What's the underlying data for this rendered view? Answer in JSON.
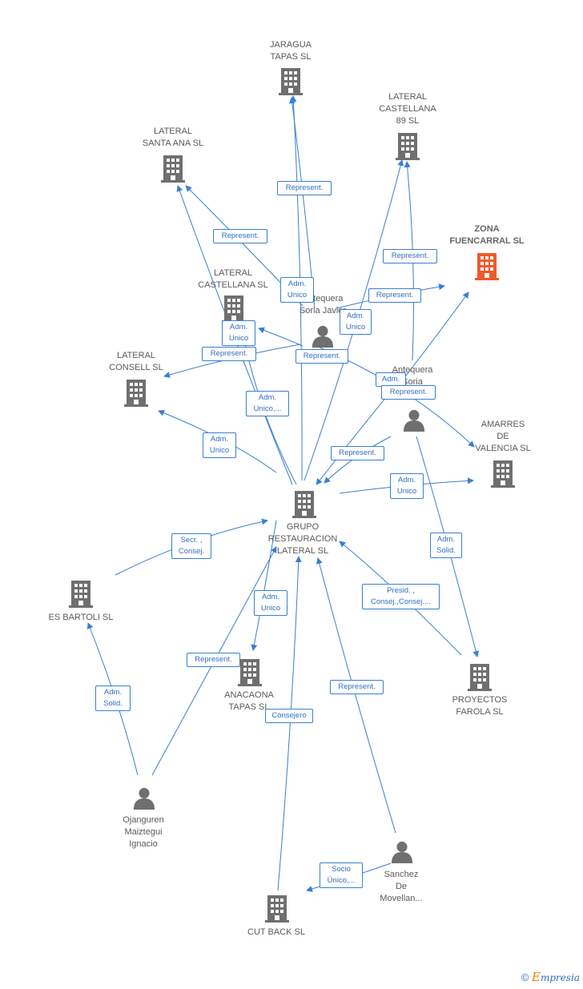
{
  "colors": {
    "edge": "#3a7fd1",
    "node": "#6f6f6f",
    "highlight": "#f05a28"
  },
  "nodes": {
    "jaragua": {
      "label": "JARAGUA\nTAPAS SL",
      "kind": "company",
      "icon": "building-icon"
    },
    "lc89": {
      "label": "LATERAL\nCASTELLANA\n89 SL",
      "kind": "company",
      "icon": "building-icon"
    },
    "lsantaana": {
      "label": "LATERAL\nSANTA ANA SL",
      "kind": "company",
      "icon": "building-icon"
    },
    "zona": {
      "label": "ZONA\nFUENCARRAL SL",
      "kind": "company",
      "icon": "building-icon",
      "highlight": true
    },
    "lcast": {
      "label": "LATERAL\nCASTELLANA SL",
      "kind": "company",
      "icon": "building-icon"
    },
    "javier": {
      "label": "Antequera\nSoria Javier",
      "kind": "person",
      "icon": "person-icon"
    },
    "lconsell": {
      "label": "LATERAL\nCONSELL  SL",
      "kind": "company",
      "icon": "building-icon"
    },
    "antequera2": {
      "label": "Antequera\nSoria\n...",
      "kind": "person",
      "icon": "person-icon"
    },
    "amarres": {
      "label": "AMARRES\nDE\nVALENCIA SL",
      "kind": "company",
      "icon": "building-icon"
    },
    "grupo": {
      "label": "GRUPO\nRESTAURACION\nLATERAL SL",
      "kind": "company",
      "icon": "building-icon"
    },
    "esbartoli": {
      "label": "ES BARTOLI  SL",
      "kind": "company",
      "icon": "building-icon"
    },
    "anacaona": {
      "label": "ANACAONA\nTAPAS SL",
      "kind": "company",
      "icon": "building-icon"
    },
    "proyectos": {
      "label": "PROYECTOS\nFAROLA SL",
      "kind": "company",
      "icon": "building-icon"
    },
    "ojanguren": {
      "label": "Ojanguren\nMaiztegui\nIgnacio",
      "kind": "person",
      "icon": "person-icon"
    },
    "sanchez": {
      "label": "Sanchez\nDe\nMovellan...",
      "kind": "person",
      "icon": "person-icon"
    },
    "cutback": {
      "label": "CUT BACK SL",
      "kind": "company",
      "icon": "building-icon"
    }
  },
  "edge_labels": [
    "Represent.",
    "Represent.",
    "Adm.\nUnico",
    "Represent.",
    "Represent.",
    "Adm.\nUnico",
    "Adm.\nUnico",
    "Represent.",
    "Represent.",
    "Adm.\nUnico,...",
    "Adm.",
    "Represent.",
    "Adm.\nUnico",
    "Represent.",
    "Adm.\nUnico",
    "Adm.\nSolid.",
    "Secr. ,\nConsej.",
    "Adm.\nUnico",
    "Presid. ,\nConsej.,Consej....",
    "Represent.",
    "Adm.\nSolid.",
    "Consejero",
    "Represent.",
    "Socio\nÚnico,..."
  ],
  "footer": {
    "copyright": "©",
    "brand_first": "E",
    "brand_rest": "mpresia"
  }
}
